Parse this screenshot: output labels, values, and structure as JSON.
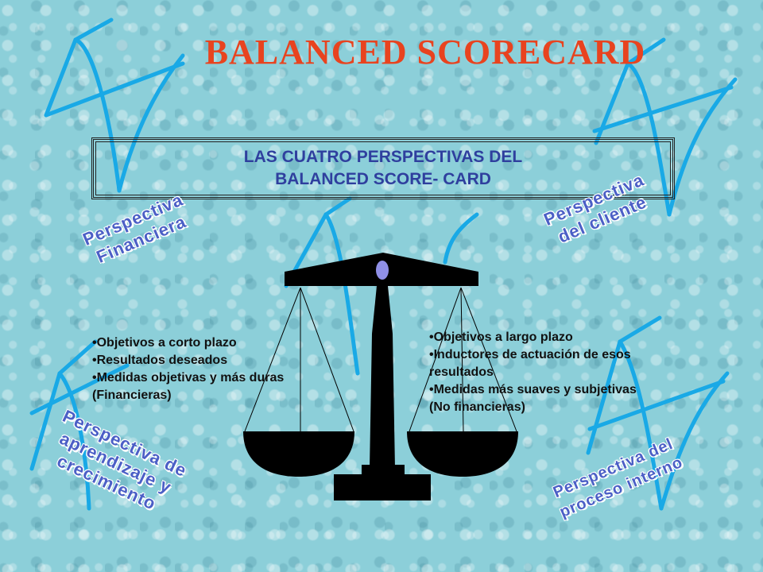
{
  "slide": {
    "title": "BALANCED  SCORECARD",
    "header_box": {
      "line1": "LAS CUATRO PERSPECTIVAS DEL",
      "line2": "BALANCED SCORE- CARD"
    },
    "perspectives": {
      "financiera": {
        "line1": "Perspectiva",
        "line2": "Financiera"
      },
      "cliente": {
        "line1": "Perspectiva",
        "line2": "del cliente"
      },
      "aprendizaje": {
        "line1": "Perspectiva de",
        "line2": "aprendizaje y",
        "line3": "crecimiento"
      },
      "interno": {
        "line1": "Perspectiva del",
        "line2": "proceso interno"
      }
    },
    "left_list": [
      "•Objetivos a corto plazo",
      "•Resultados deseados",
      "•Medidas objetivas y más duras (Financieras)"
    ],
    "right_list": [
      "•Objetivos a largo plazo",
      "•Inductores de actuación de esos resultados",
      "•Medidas más suaves y subjetivas (No financieras)"
    ],
    "colors": {
      "title": "#e8431f",
      "header_text": "#2f3f9e",
      "perspective_text": "#4b5fc6",
      "scale": "#000000",
      "scale_knob": "#8f8fe6",
      "background": "#8ccfd9",
      "decorative_lines": "#19a9e6"
    }
  }
}
